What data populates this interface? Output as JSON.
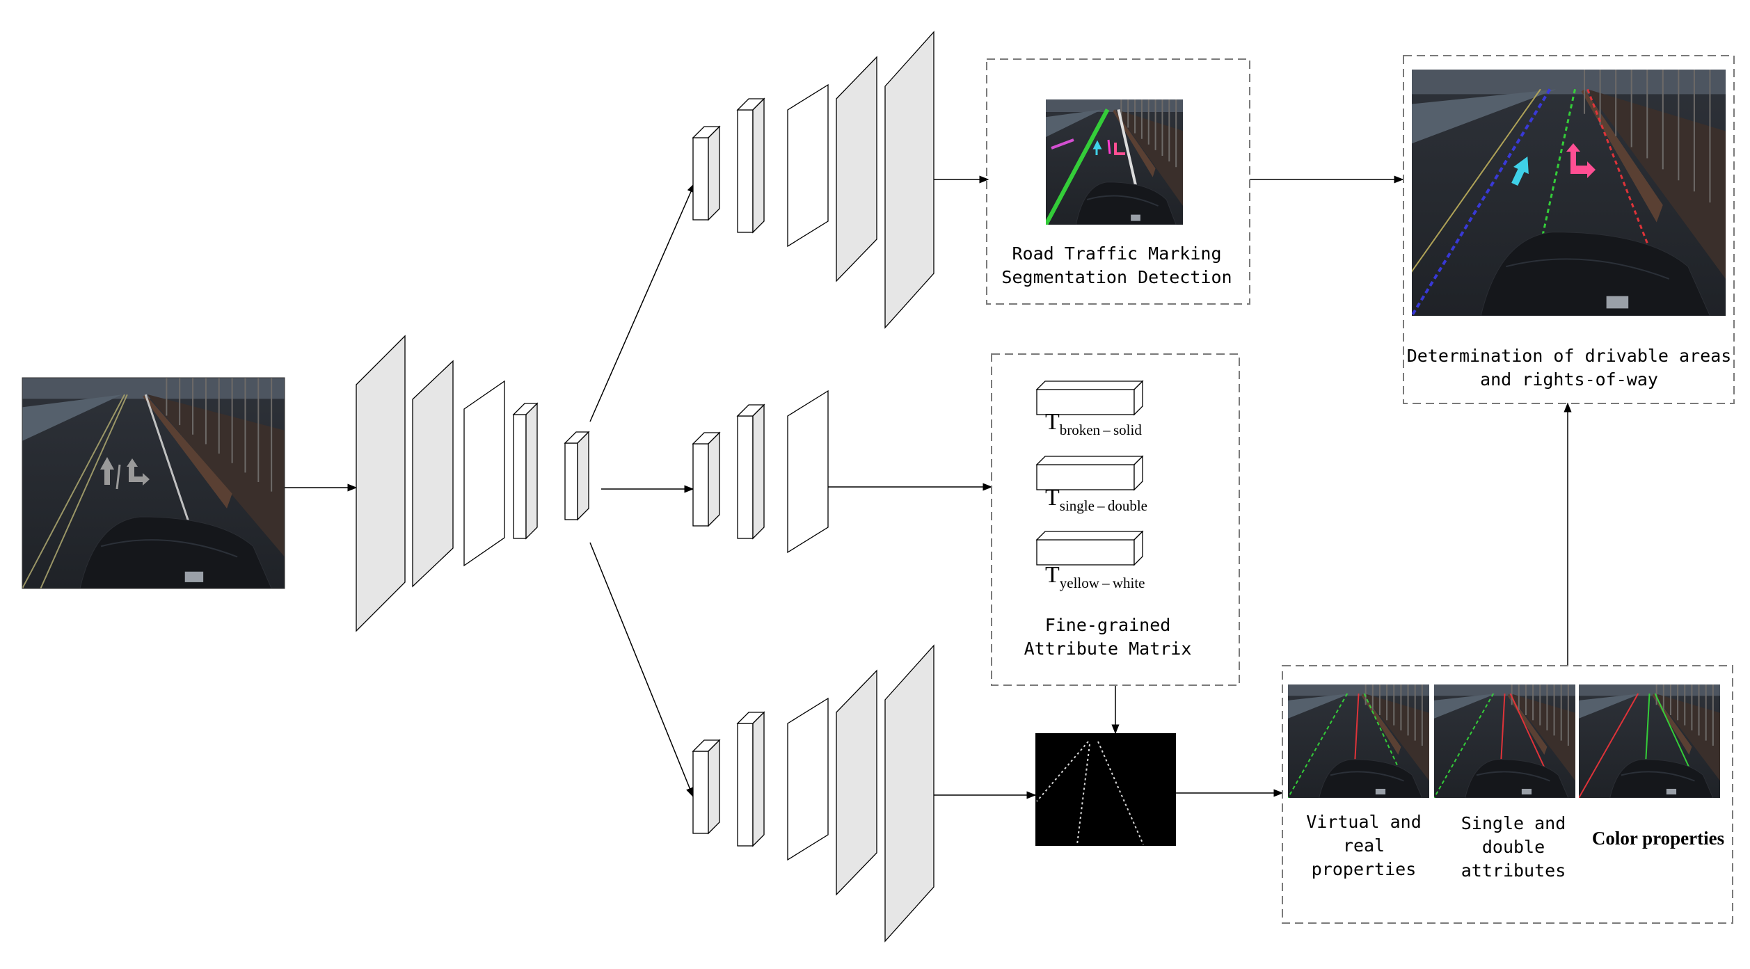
{
  "colors": {
    "layer_fill": "#e6e6e6",
    "block_fill": "#ffffff",
    "stroke": "#000000",
    "dashed_box": "#7a7a7a",
    "lane_green": "#35d63a",
    "lane_red": "#e8343a",
    "lane_blue": "#3a3ae0",
    "arrow_cyan": "#3fd1e8",
    "arrow_pink": "#ff4f93",
    "mask_bg": "#000000"
  },
  "segmentation_box": {
    "label_line1": "Road Traffic Marking",
    "label_line2": "Segmentation Detection"
  },
  "attribute_box": {
    "tensors": [
      {
        "main": "T",
        "sub": "broken – solid"
      },
      {
        "main": "T",
        "sub": "single – double"
      },
      {
        "main": "T",
        "sub": "yellow – white"
      }
    ],
    "label_line1": "Fine-grained",
    "label_line2": "Attribute Matrix"
  },
  "drivable_box": {
    "label_line1": "Determination of drivable areas",
    "label_line2": "and rights-of-way"
  },
  "property_box": {
    "panels": [
      {
        "lines": [
          "Virtual and",
          "real",
          "properties"
        ]
      },
      {
        "lines": [
          "Single and",
          "double",
          "attributes"
        ]
      },
      {
        "lines": [
          "Color properties"
        ]
      }
    ]
  },
  "icons": {
    "input_image": "road-camera-image-icon",
    "mask_image": "lane-mask-image-icon"
  }
}
